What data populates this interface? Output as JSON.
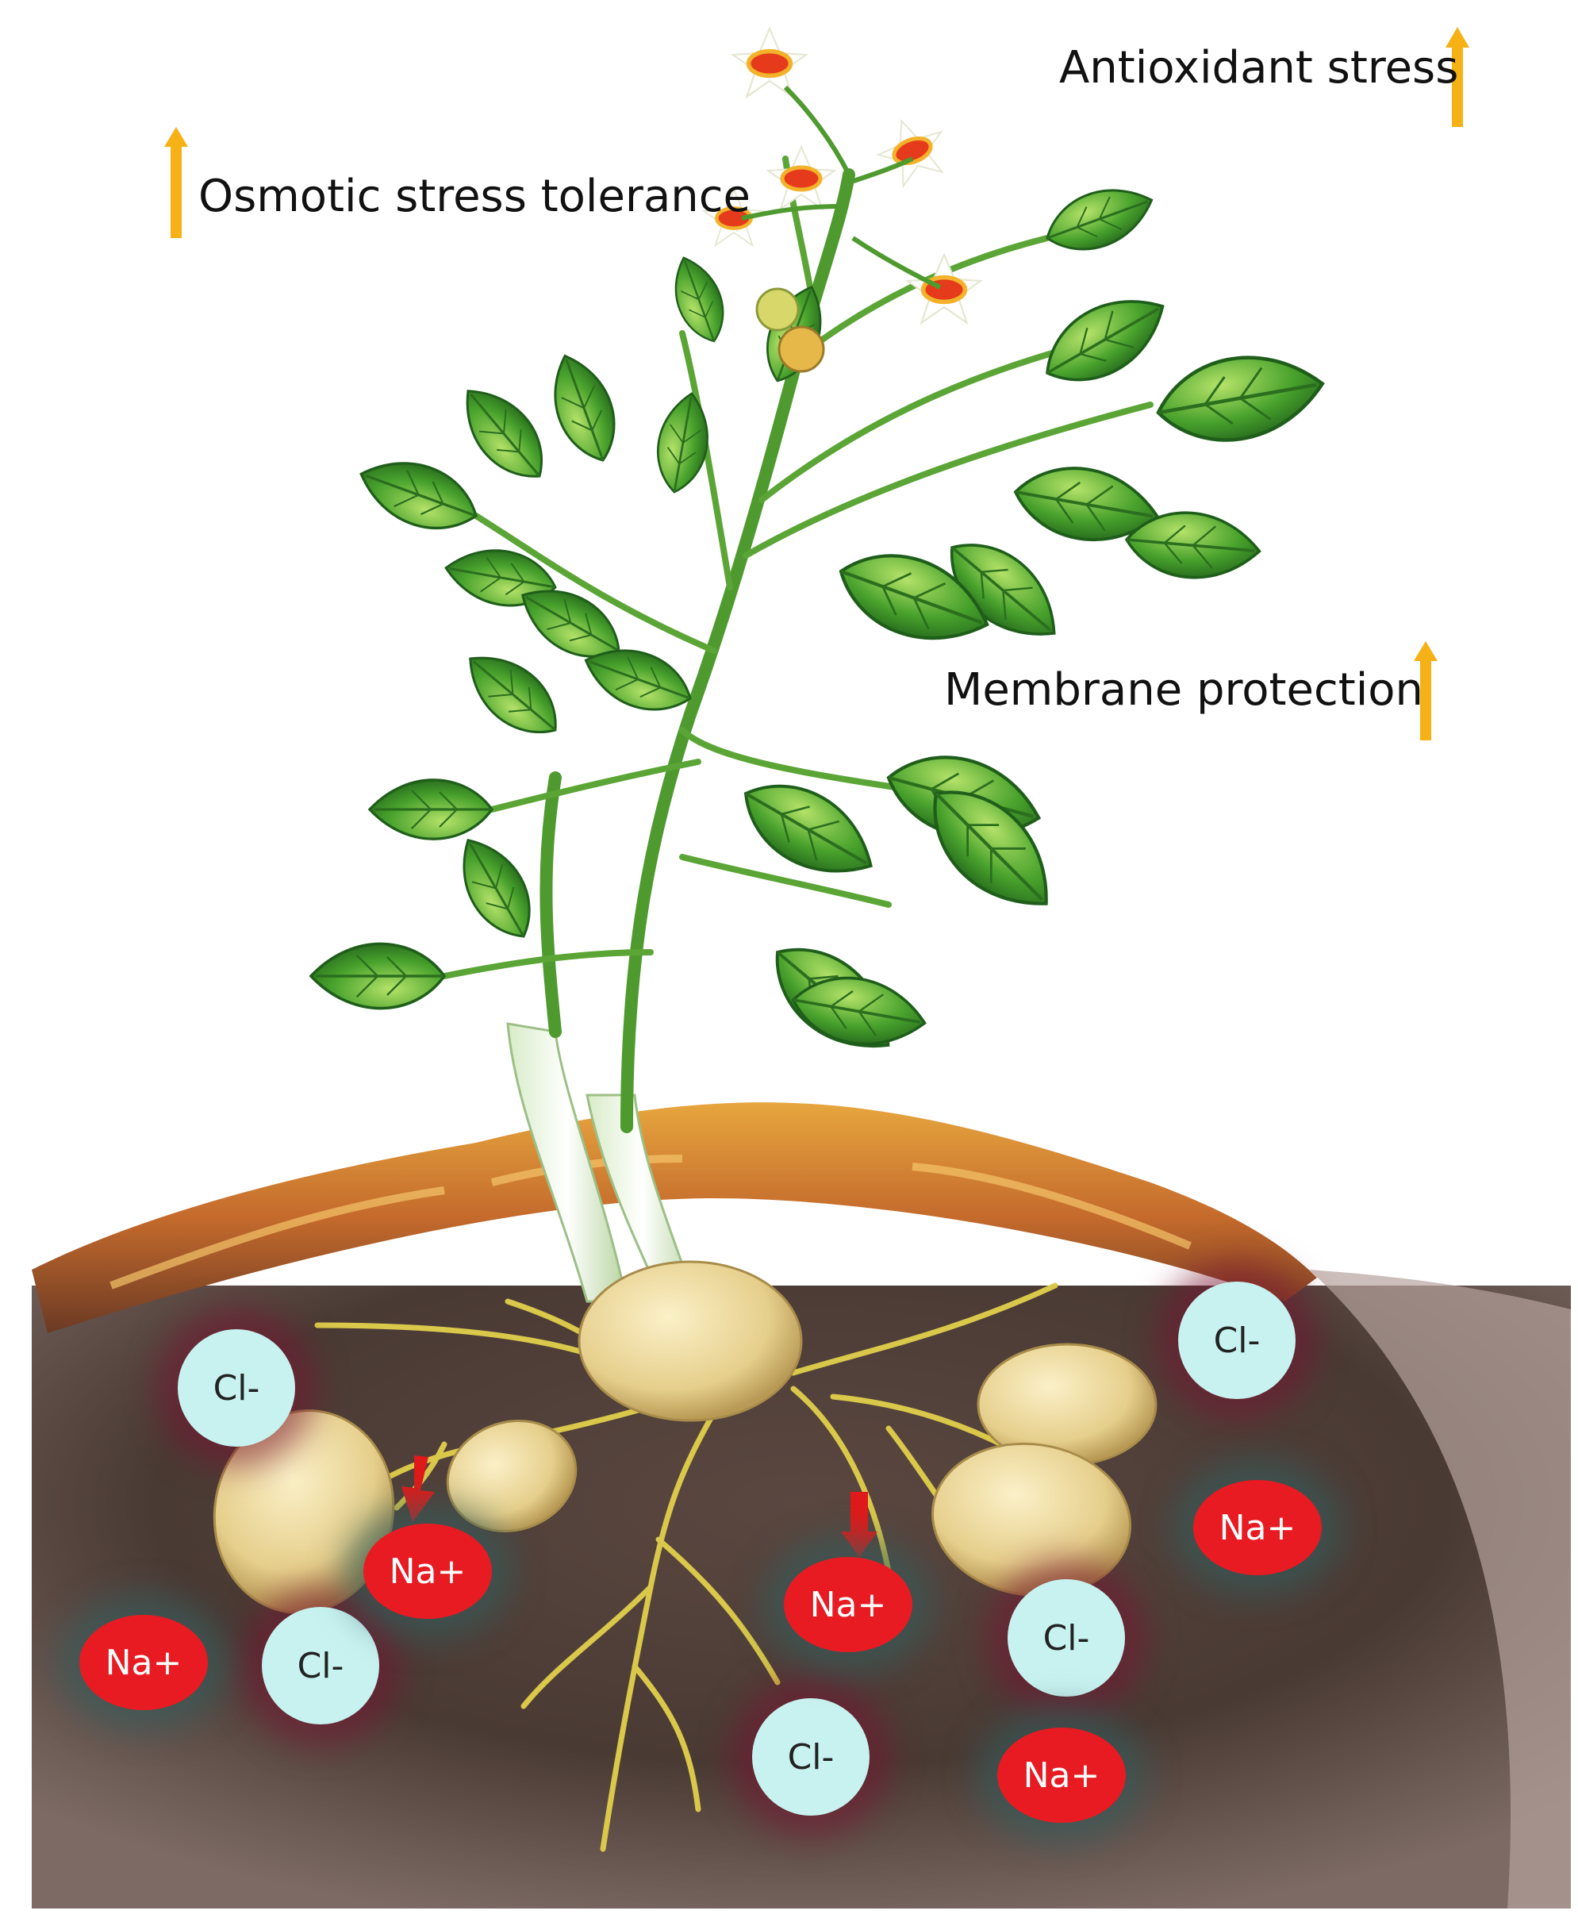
{
  "labels": {
    "antioxidant": "Antioxidant stress",
    "osmotic": "Osmotic stress tolerance",
    "membrane": "Membrane protection"
  },
  "ions": {
    "cl": "Cl-",
    "na": "Na+"
  },
  "colors": {
    "up_arrow": "#f5b116",
    "na_ion": "#e81b22",
    "cl_ion": "#c8f2f0",
    "soil": "#4a3a34",
    "leaf": "#3c9a2a",
    "tuber": "#e6cf8c",
    "root": "#d9c84a",
    "down_arrow": "#e01a1a"
  },
  "icons": [
    "up-arrow-icon",
    "down-arrow-icon",
    "potato-plant-illustration"
  ]
}
